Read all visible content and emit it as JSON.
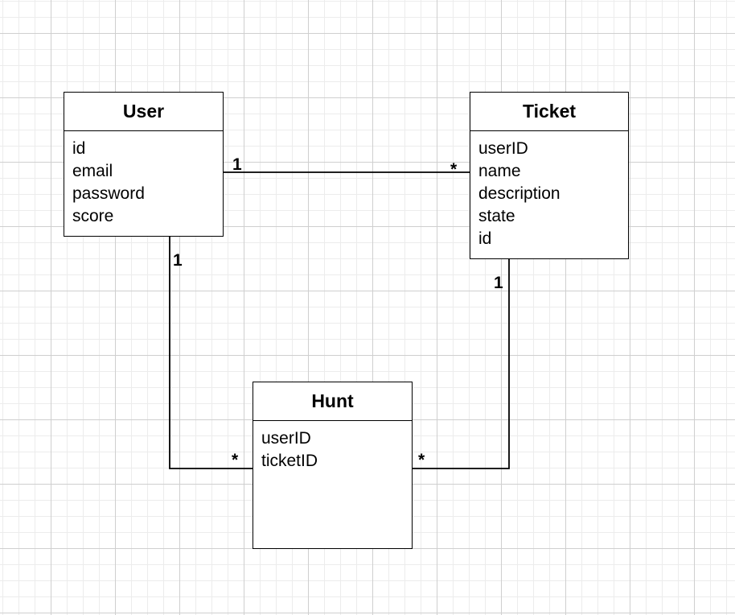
{
  "colors": {
    "stroke": "#000000",
    "fill": "#ffffff",
    "grid_major": "#cfcfcf",
    "grid_minor": "#ececec"
  },
  "entities": {
    "user": {
      "title": "User",
      "fields": [
        "id",
        "email",
        "password",
        "score"
      ]
    },
    "ticket": {
      "title": "Ticket",
      "fields": [
        "userID",
        "name",
        "description",
        "state",
        "id"
      ]
    },
    "hunt": {
      "title": "Hunt",
      "fields": [
        "userID",
        "ticketID"
      ]
    }
  },
  "relations": {
    "user_ticket": {
      "from_mult": "1",
      "to_mult": "*"
    },
    "user_hunt": {
      "from_mult": "1",
      "to_mult": "*"
    },
    "ticket_hunt": {
      "from_mult": "1",
      "to_mult": "*"
    }
  }
}
